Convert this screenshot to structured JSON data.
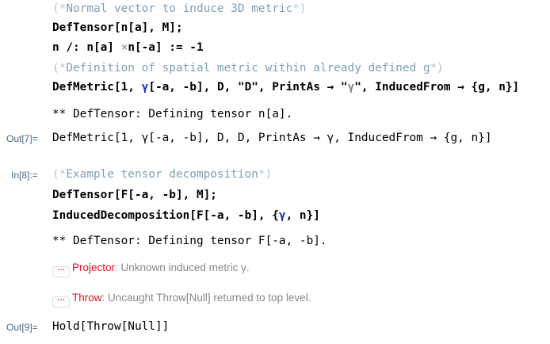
{
  "cells": {
    "c1": {
      "comment": "Normal vector to induce 3D metric"
    },
    "c2": {
      "code": "DefTensor[n[a], M];"
    },
    "c3": {
      "a": "n /: n[a] ",
      "times": "×",
      "b": "n[-a] := -1"
    },
    "c4": {
      "comment": "Definition of spatial metric within already defined g"
    },
    "c5": {
      "a": "DefMetric[1, ",
      "gamma": "γ",
      "b": "[-a, -b], D, \"D\", PrintAs → \"",
      "gamma2": "γ",
      "c": "\", InducedFrom → {g, n}]"
    },
    "c6": {
      "text": "** DefTensor: Defining tensor n[a]."
    },
    "out7": {
      "label": "Out[7]=",
      "text": "DefMetric[1, γ[-a, -b], D, D, PrintAs → γ, InducedFrom → {g, n}]"
    },
    "in8": {
      "label": "In[8]:=",
      "comment": "Example tensor decomposition"
    },
    "c9": {
      "code": "DefTensor[F[-a, -b], M];"
    },
    "c10": {
      "a": "InducedDecomposition[F[-a, -b], {",
      "gamma": "γ",
      "b": ", n}]"
    },
    "c11": {
      "text": "** DefTensor: Defining tensor F[-a, -b]."
    },
    "m1": {
      "icon": "⋯",
      "tag": "Projector",
      "text": ": Unknown induced metric γ."
    },
    "m2": {
      "icon": "⋯",
      "tag": "Throw",
      "text": ": Uncaught Throw[Null] returned to top level."
    },
    "out9": {
      "label": "Out[9]=",
      "text": "Hold[Throw[Null]]"
    }
  },
  "colors": {
    "comment": "#7fa0b4",
    "symbol_blue": "#2030c0",
    "message_red": "#d8141c",
    "label": "#4a6a88"
  }
}
